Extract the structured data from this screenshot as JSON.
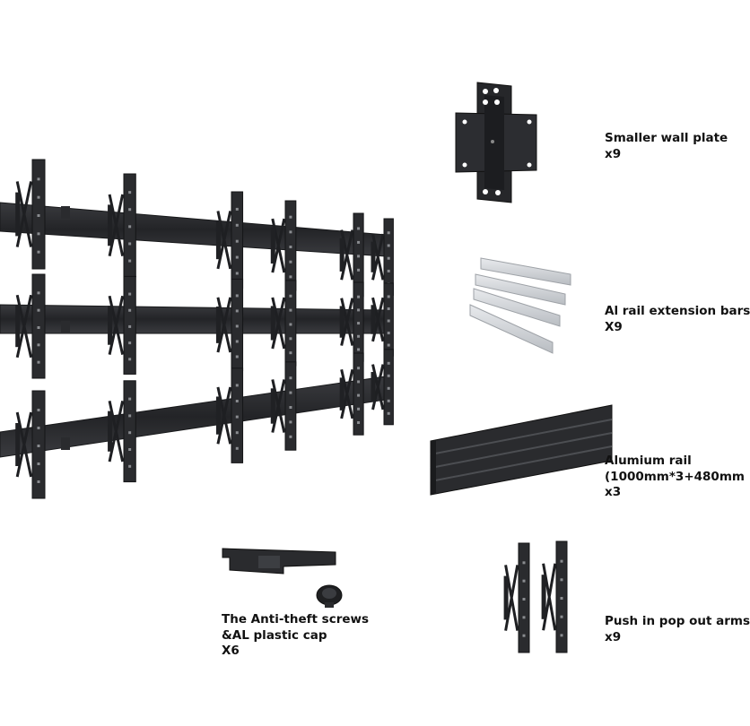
{
  "colors": {
    "background": "#ffffff",
    "metal": "#2a2b2e",
    "metal_dark": "#1b1c1e",
    "metal_light": "#4a4c50",
    "aluminum": "#d3d6da",
    "text": "#111111"
  },
  "items": {
    "wall_plate": {
      "name": "Smaller wall plate",
      "qty": "x9"
    },
    "extension_bars": {
      "name": "Al rail extension bars",
      "qty": "X9"
    },
    "aluminum_rail": {
      "name": "Alumium rail",
      "size": "(1000mm*3+480mm",
      "qty": "x3"
    },
    "anti_theft": {
      "name_line1": "The Anti-theft screws",
      "name_line2": "&AL plastic cap",
      "qty": "X6"
    },
    "push_arms": {
      "name": "Push in pop out arms",
      "qty": "x9"
    }
  }
}
